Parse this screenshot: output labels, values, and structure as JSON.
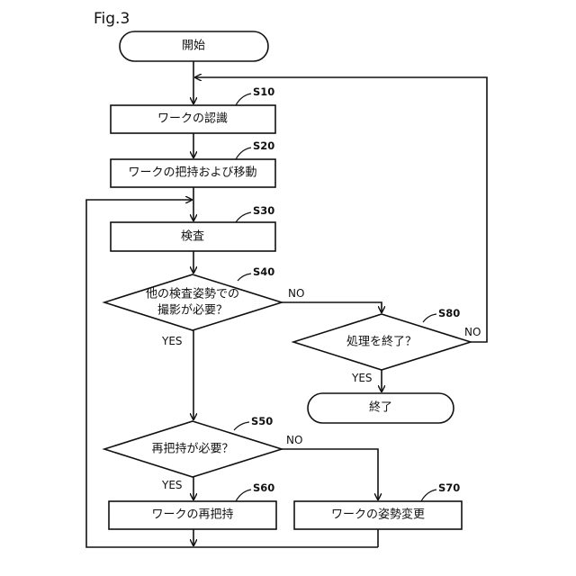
{
  "figure_label": "Fig.3",
  "nodes": {
    "start": {
      "text": "開始"
    },
    "s10": {
      "step": "S10",
      "text": "ワークの認識"
    },
    "s20": {
      "step": "S20",
      "text": "ワークの把持および移動"
    },
    "s30": {
      "step": "S30",
      "text": "検査"
    },
    "s40": {
      "step": "S40",
      "line1": "他の検査姿勢での",
      "line2": "撮影が必要？"
    },
    "s50": {
      "step": "S50",
      "text": "再把持が必要？"
    },
    "s60": {
      "step": "S60",
      "text": "ワークの再把持"
    },
    "s70": {
      "step": "S70",
      "text": "ワークの姿勢変更"
    },
    "s80": {
      "step": "S80",
      "text": "処理を終了？"
    },
    "end": {
      "text": "終了"
    }
  },
  "edges": {
    "s40_yes": "YES",
    "s40_no": "NO",
    "s50_yes": "YES",
    "s50_no": "NO",
    "s80_yes": "YES",
    "s80_no": "NO"
  }
}
